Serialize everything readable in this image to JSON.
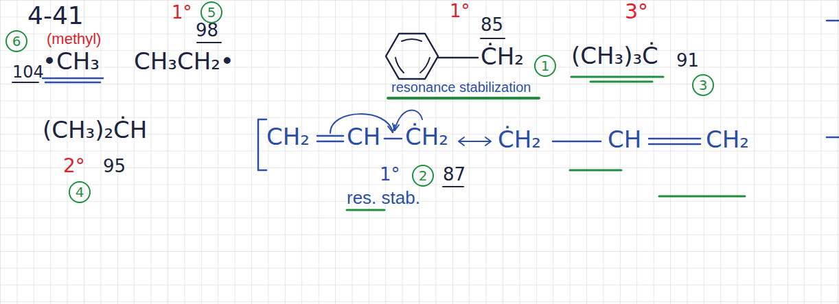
{
  "diagram": {
    "nodes": [
      {
        "text": [
          "6"
        ]
      },
      {
        "text": [
          "5"
        ]
      },
      {
        "text": [
          "1"
        ]
      },
      {
        "text": [
          "3"
        ]
      },
      {
        "text": [
          "4"
        ]
      },
      {
        "text": [
          "2"
        ]
      }
    ],
    "labels": [
      "4-41",
      "(methyl)",
      "104",
      "•CH₃",
      "1°",
      "98",
      "CH₃CH₂•",
      "1°",
      "85",
      "ĊH₂",
      "resonance stabilization",
      "3°",
      "(CH₃)₃Ċ",
      "91",
      "(CH₃)₂ĊH",
      "2°",
      "95",
      "CH₂",
      "CH",
      "ĊH₂",
      "ĊH₂",
      "CH",
      "CH₂",
      "1°",
      "87",
      "res. stab."
    ]
  }
}
